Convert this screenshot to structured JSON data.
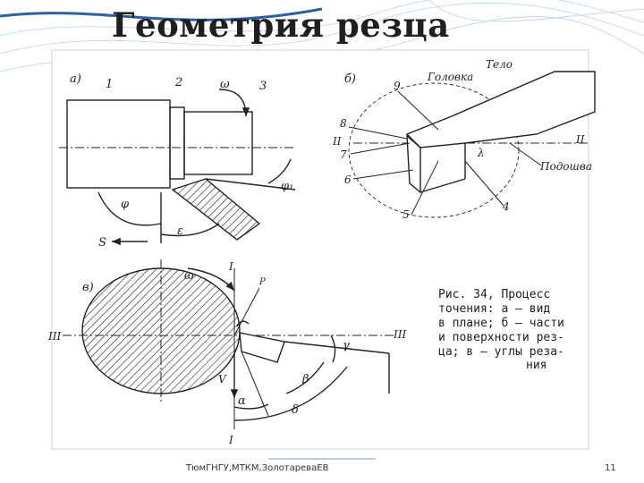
{
  "slide": {
    "title": "Геометрия резца",
    "footer_left": "ТюмГНГУ,МТКМ,ЗолотареваЕВ",
    "page_number": "11"
  },
  "figure_a": {
    "panel_label": "а)",
    "labels": [
      "1",
      "2",
      "ω",
      "3",
      "φ₁",
      "φ",
      "ε",
      "S"
    ]
  },
  "figure_b": {
    "panel_label": "б)",
    "labels": [
      "Тело",
      "Головка",
      "9",
      "8",
      "II",
      "7",
      "6",
      "5",
      "4",
      "II",
      "Подошва",
      "λ"
    ]
  },
  "figure_v": {
    "panel_label": "в)",
    "labels": [
      "ω",
      "I",
      "P",
      "III",
      "III",
      "γ",
      "β",
      "V",
      "α",
      "δ",
      "I"
    ]
  },
  "caption": {
    "lines": [
      "Рис. 34, Процесс",
      "точения: а — вид",
      "в плане; б — части",
      "и поверхности рез-",
      "ца; в — углы реза-",
      "ния"
    ]
  },
  "colors": {
    "frame_blue": "#4a7fc1",
    "line": "#222222"
  }
}
